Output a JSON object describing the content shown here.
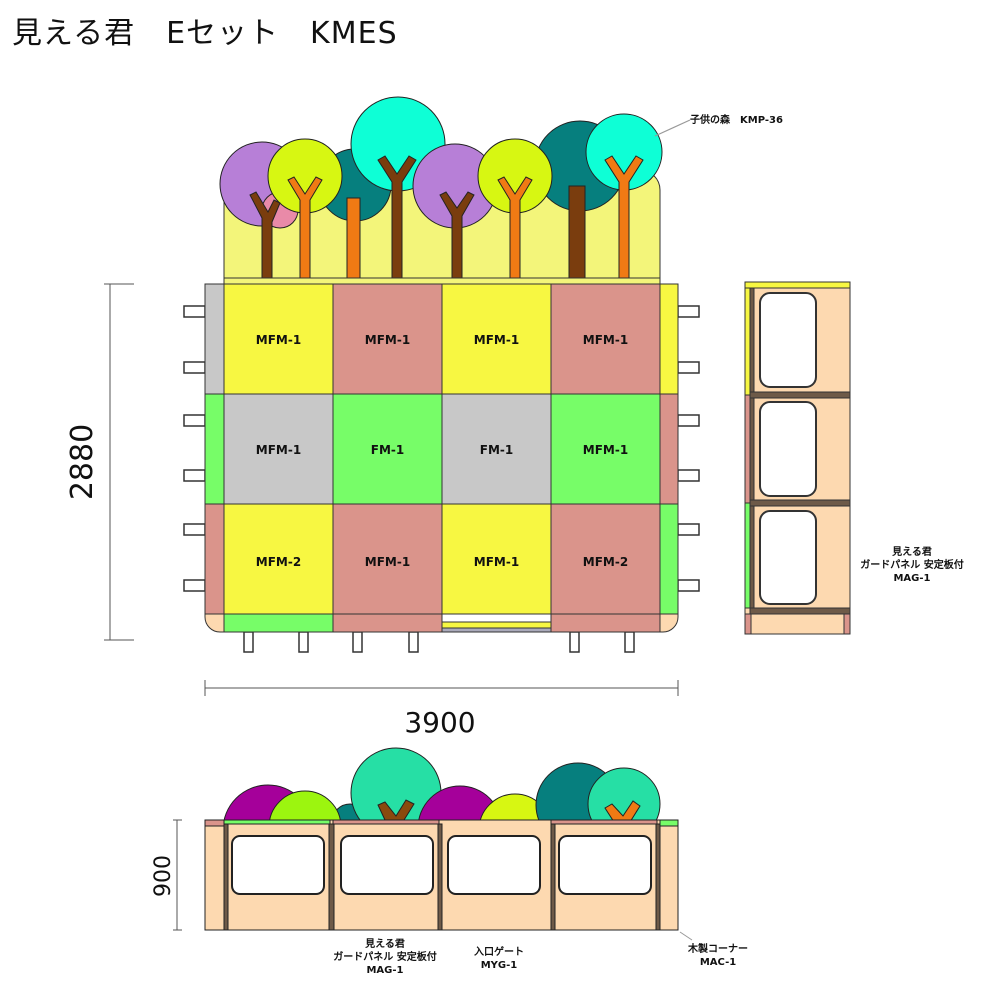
{
  "title": "見える君　Eセット　KMES",
  "colors": {
    "yellow": "#f7f742",
    "pink": "#da948b",
    "green": "#77fd68",
    "gray": "#c8c8c8",
    "wood": "#fdd9b0",
    "woodEdge": "#6e5a48",
    "forest": "#f3f57a"
  },
  "grid": [
    [
      {
        "label": "MFM-1",
        "color": "#f7f742"
      },
      {
        "label": "MFM-1",
        "color": "#da948b"
      },
      {
        "label": "MFM-1",
        "color": "#f7f742"
      },
      {
        "label": "MFM-1",
        "color": "#da948b"
      }
    ],
    [
      {
        "label": "MFM-1",
        "color": "#c8c8c8"
      },
      {
        "label": "FM-1",
        "color": "#77fd68"
      },
      {
        "label": "FM-1",
        "color": "#c8c8c8"
      },
      {
        "label": "MFM-1",
        "color": "#77fd68"
      }
    ],
    [
      {
        "label": "MFM-2",
        "color": "#f7f742"
      },
      {
        "label": "MFM-1",
        "color": "#da948b"
      },
      {
        "label": "MFM-1",
        "color": "#f7f742"
      },
      {
        "label": "MFM-2",
        "color": "#da948b"
      }
    ]
  ],
  "dimensions": {
    "depth": "2880",
    "width": "3900",
    "height": "900"
  },
  "labels": {
    "forest": "子供の森　KMP-36",
    "guard_side": [
      "見える君",
      "ガードパネル  安定板付",
      "MAG-1"
    ],
    "guard_front": [
      "見える君",
      "ガードパネル  安定板付",
      "MAG-1"
    ],
    "gate": [
      "入口ゲート",
      "MYG-1"
    ],
    "corner": [
      "木製コーナー",
      "MAC-1"
    ]
  }
}
